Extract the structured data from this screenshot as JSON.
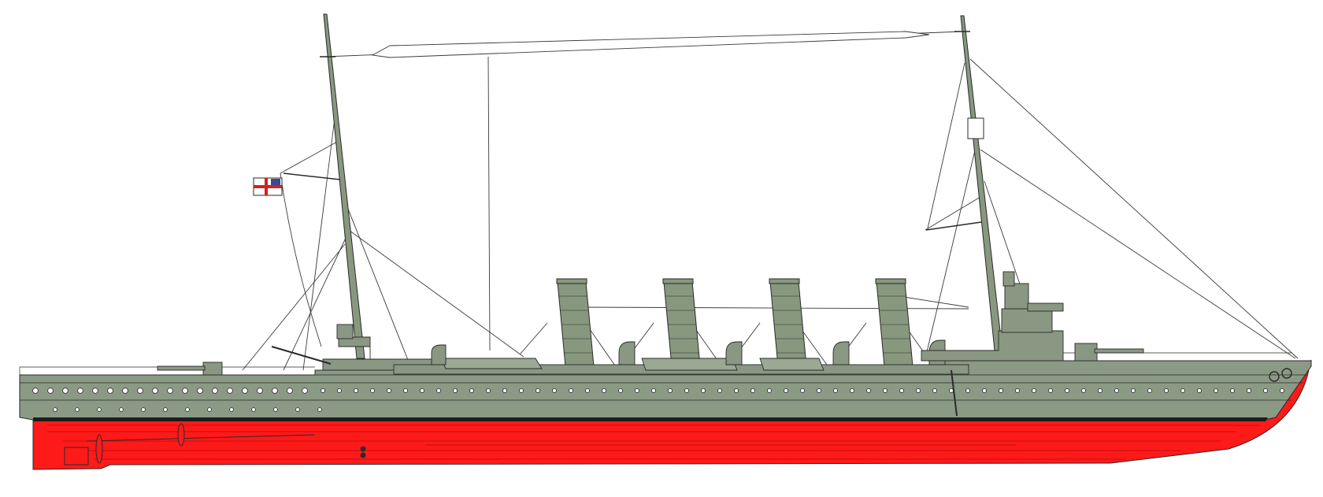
{
  "drawing": {
    "subject": "ship-profile",
    "colors": {
      "background": "#ffffff",
      "hull_upper": "#8b9a85",
      "hull_lower": "#ff1a1a",
      "boot_top": "#1c1c1c",
      "funnel": "#87987f",
      "deck_fittings": "#8a9883",
      "line": "#2a2a2a",
      "rigging": "#3a3a3a",
      "ensign_red": "#d62020",
      "ensign_white": "#ffffff"
    },
    "counts": {
      "funnels": 4,
      "masts": 2,
      "lifeboats": 3
    }
  }
}
